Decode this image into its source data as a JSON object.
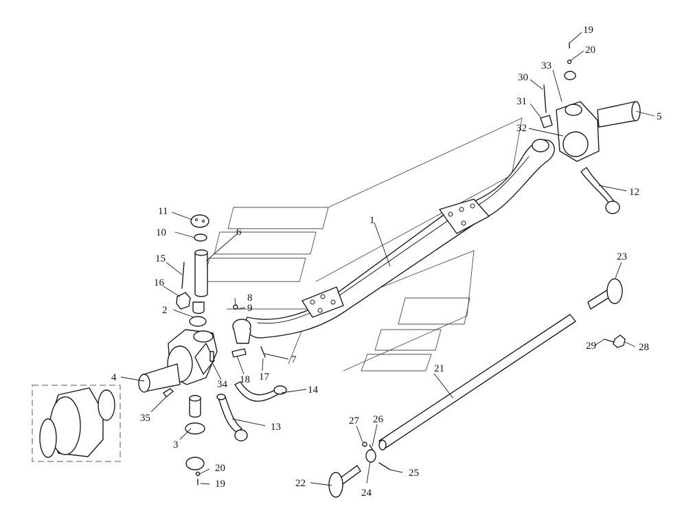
{
  "labels": {
    "l1": "1",
    "l2": "2",
    "l3": "3",
    "l4": "4",
    "l5": "5",
    "l6": "6",
    "l7": "7",
    "l8": "8",
    "l9": "9",
    "l10": "10",
    "l11": "11",
    "l12": "12",
    "l13": "13",
    "l14": "14",
    "l15": "15",
    "l16": "16",
    "l17": "17",
    "l18": "18",
    "l19a": "19",
    "l19b": "19",
    "l20a": "20",
    "l20b": "20",
    "l21": "21",
    "l22": "22",
    "l23": "23",
    "l24": "24",
    "l25": "25",
    "l26": "26",
    "l27": "27",
    "l28": "28",
    "l29": "29",
    "l30": "30",
    "l31": "31",
    "l32": "32",
    "l33": "33",
    "l34": "34",
    "l35": "35"
  },
  "colors": {
    "stroke": "#1a1a1a",
    "background": "#ffffff",
    "watermark": "#4a4a4a"
  }
}
